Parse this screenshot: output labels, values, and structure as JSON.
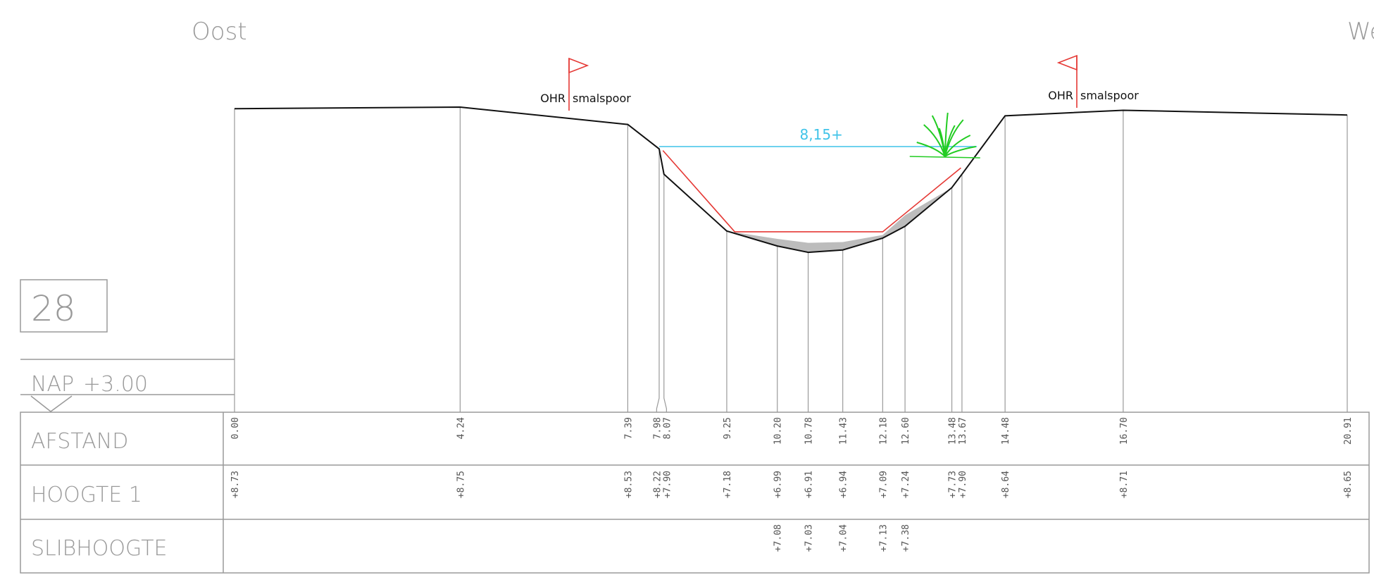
{
  "orientation": {
    "left": "Oost",
    "right": "West"
  },
  "section_number": "28",
  "datum": {
    "label": "NAP",
    "value": "+3.00"
  },
  "row_labels": {
    "afstand": "AFSTAND",
    "hoogte": "HOOGTE 1",
    "slib": "SLIBHOOGTE"
  },
  "markers": [
    {
      "label_left": "OHR",
      "label_right": "smalspoor",
      "flag": "right"
    },
    {
      "label_left": "OHR",
      "label_right": "smalspoor",
      "flag": "left"
    }
  ],
  "water_width_label": "8,15+",
  "colors": {
    "profile": "#111111",
    "design": "#e53935",
    "water": "#3fc3e8",
    "sludge": "#b0b0b0",
    "vegetation": "#22cc22",
    "grid": "#9a9a9a"
  },
  "profile": {
    "afstand": [
      "0.00",
      "4.24",
      "7.39",
      "7.98",
      "8.07",
      "9.25",
      "10.20",
      "10.78",
      "11.43",
      "12.18",
      "12.60",
      "13.48",
      "13.67",
      "14.48",
      "16.70",
      "20.91"
    ],
    "afstand_values": [
      0.0,
      4.24,
      7.39,
      7.98,
      8.07,
      9.25,
      10.2,
      10.78,
      11.43,
      12.18,
      12.6,
      13.48,
      13.67,
      14.48,
      16.7,
      20.91
    ],
    "hoogte": [
      "+8.73",
      "+8.75",
      "+8.53",
      "+8.22",
      "+7.90",
      "+7.18",
      "+6.99",
      "+6.91",
      "+6.94",
      "+7.09",
      "+7.24",
      "+7.73",
      "+7.90",
      "+8.64",
      "+8.71",
      "+8.65"
    ],
    "hoogte_values": [
      8.73,
      8.75,
      8.53,
      8.22,
      7.9,
      7.18,
      6.99,
      6.91,
      6.94,
      7.09,
      7.24,
      7.73,
      7.9,
      8.64,
      8.71,
      8.65
    ],
    "slib": [
      {
        "afstand": 10.2,
        "label": "+7.08"
      },
      {
        "afstand": 10.78,
        "label": "+7.03"
      },
      {
        "afstand": 11.43,
        "label": "+7.04"
      },
      {
        "afstand": 12.18,
        "label": "+7.13"
      },
      {
        "afstand": 12.6,
        "label": "+7.38"
      }
    ]
  }
}
